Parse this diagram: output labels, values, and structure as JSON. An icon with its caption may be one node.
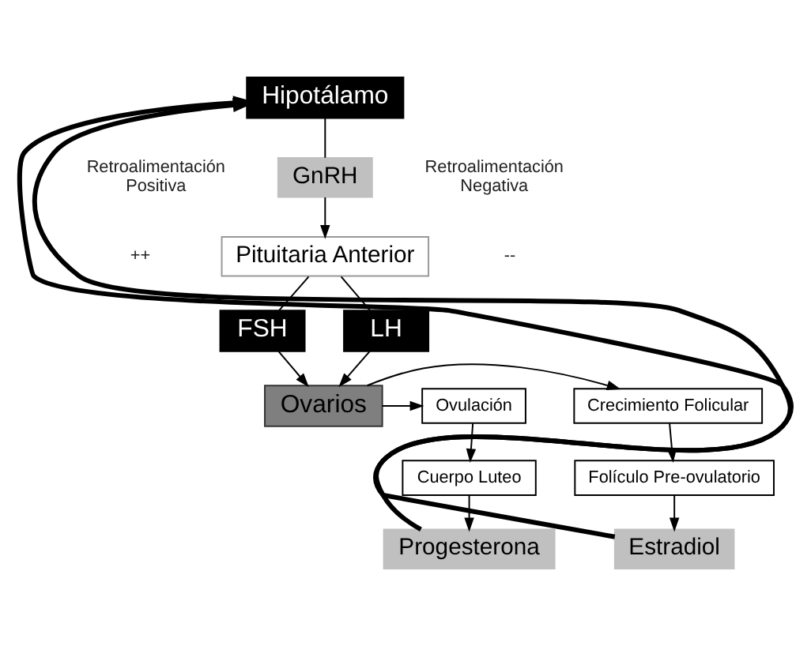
{
  "diagram": {
    "nodes": [
      {
        "text": [
          "Hipotálamo"
        ]
      },
      {
        "text": [
          "GnRH"
        ]
      },
      {
        "text": [
          "Pituitaria Anterior"
        ]
      },
      {
        "text": [
          "FSH"
        ]
      },
      {
        "text": [
          "LH"
        ]
      },
      {
        "text": [
          "Ovarios"
        ]
      },
      {
        "text": [
          "Crecimiento Folicular"
        ]
      },
      {
        "text": [
          "Folículo Pre-ovulatorio"
        ]
      },
      {
        "text": [
          "Estradiol"
        ]
      },
      {
        "text": [
          "Ovulación"
        ]
      },
      {
        "text": [
          "Cuerpo Luteo"
        ]
      },
      {
        "text": [
          "Progesterona"
        ]
      }
    ],
    "edges": [
      {
        "from": 0,
        "to": 1,
        "arrow": "none"
      },
      {
        "from": 1,
        "to": 2,
        "arrow": "to"
      },
      {
        "from": 2,
        "to": 3,
        "arrow": "none"
      },
      {
        "from": 2,
        "to": 4,
        "arrow": "none"
      },
      {
        "from": 3,
        "to": 5,
        "arrow": "to"
      },
      {
        "from": 4,
        "to": 5,
        "arrow": "to"
      },
      {
        "from": 5,
        "to": 6,
        "arrow": "to"
      },
      {
        "from": 5,
        "to": 9,
        "arrow": "to"
      },
      {
        "from": 6,
        "to": 7,
        "arrow": "to"
      },
      {
        "from": 7,
        "to": 8,
        "arrow": "to"
      },
      {
        "from": 9,
        "to": 10,
        "arrow": "to"
      },
      {
        "from": 10,
        "to": 11,
        "arrow": "to"
      },
      {
        "from": 8,
        "to": 0,
        "arrow": "to",
        "style": "thick"
      },
      {
        "from": 11,
        "to": 0,
        "arrow": "to",
        "style": "thick"
      }
    ],
    "labels": [
      "Retroalimentación Positiva",
      "Retroalimentación Negativa",
      "++",
      "--"
    ]
  }
}
